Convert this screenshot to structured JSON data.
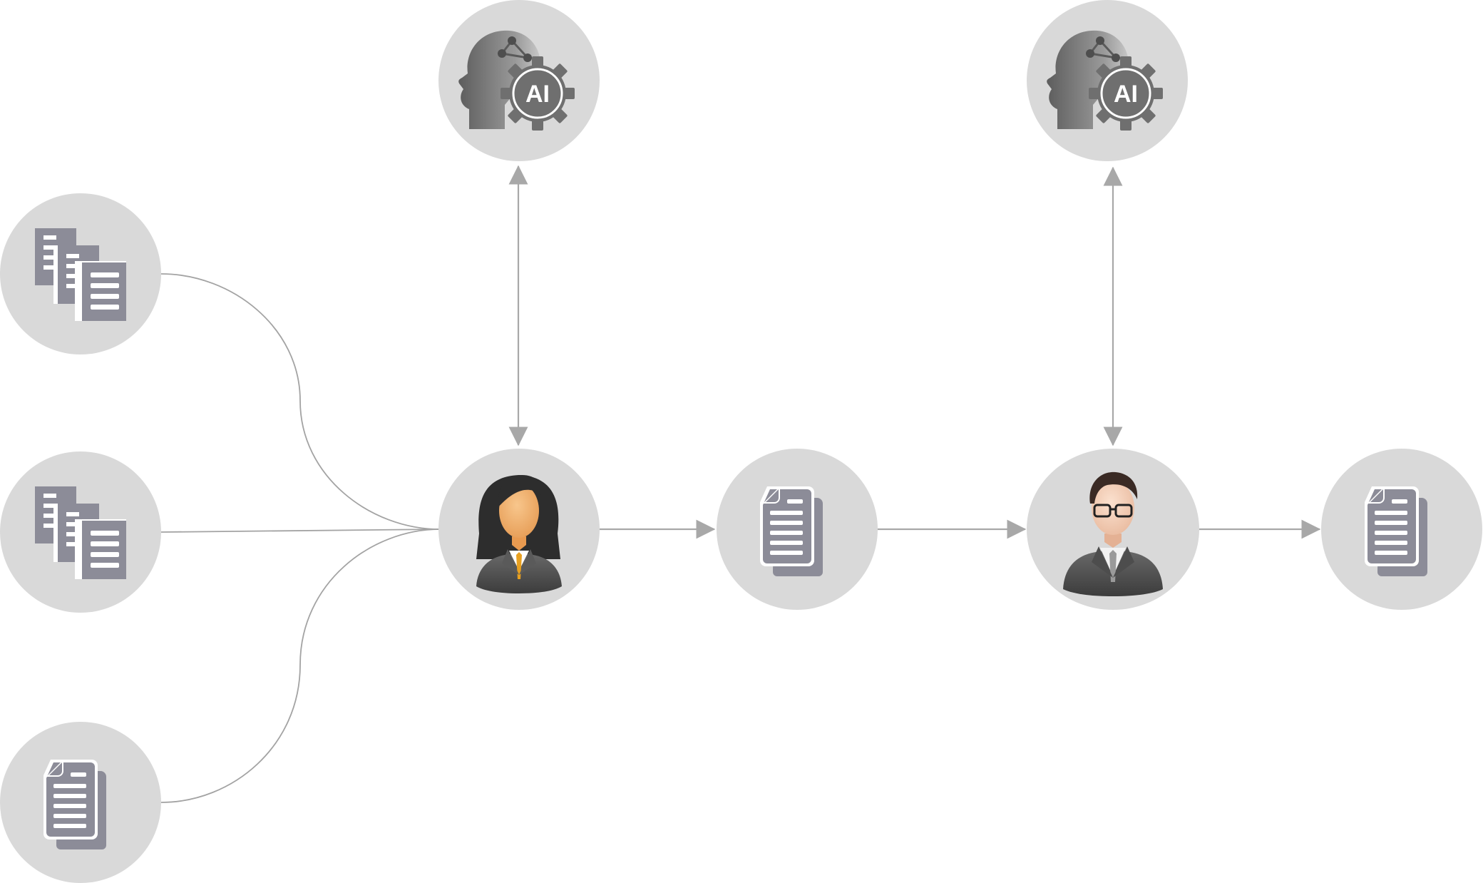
{
  "diagram": {
    "palette": {
      "background": "#ffffff",
      "node_fill": "#d9d9d9",
      "connector": "#a3a3a3",
      "arrow": "#a8a8a8",
      "doc_icon": "#8c8c98",
      "ai_icon": "#6f6f6f"
    },
    "ai_label": "AI",
    "nodes": [
      {
        "id": "source-1",
        "icon": "document-stack-icon"
      },
      {
        "id": "source-2",
        "icon": "document-stack-icon"
      },
      {
        "id": "source-3",
        "icon": "documents-icon"
      },
      {
        "id": "ai-1",
        "icon": "ai-head-gear-icon"
      },
      {
        "id": "person-1",
        "icon": "businesswoman-icon"
      },
      {
        "id": "document-1",
        "icon": "documents-icon"
      },
      {
        "id": "ai-2",
        "icon": "ai-head-gear-icon"
      },
      {
        "id": "person-2",
        "icon": "businessman-icon"
      },
      {
        "id": "document-2",
        "icon": "documents-icon"
      }
    ],
    "edges": [
      {
        "from": "source-1",
        "to": "person-1",
        "style": "curve"
      },
      {
        "from": "source-2",
        "to": "person-1",
        "style": "line"
      },
      {
        "from": "source-3",
        "to": "person-1",
        "style": "curve"
      },
      {
        "from": "person-1",
        "to": "ai-1",
        "style": "bidirectional-arrow"
      },
      {
        "from": "person-1",
        "to": "document-1",
        "style": "arrow"
      },
      {
        "from": "document-1",
        "to": "person-2",
        "style": "arrow"
      },
      {
        "from": "person-2",
        "to": "ai-2",
        "style": "bidirectional-arrow"
      },
      {
        "from": "person-2",
        "to": "document-2",
        "style": "arrow"
      }
    ]
  }
}
